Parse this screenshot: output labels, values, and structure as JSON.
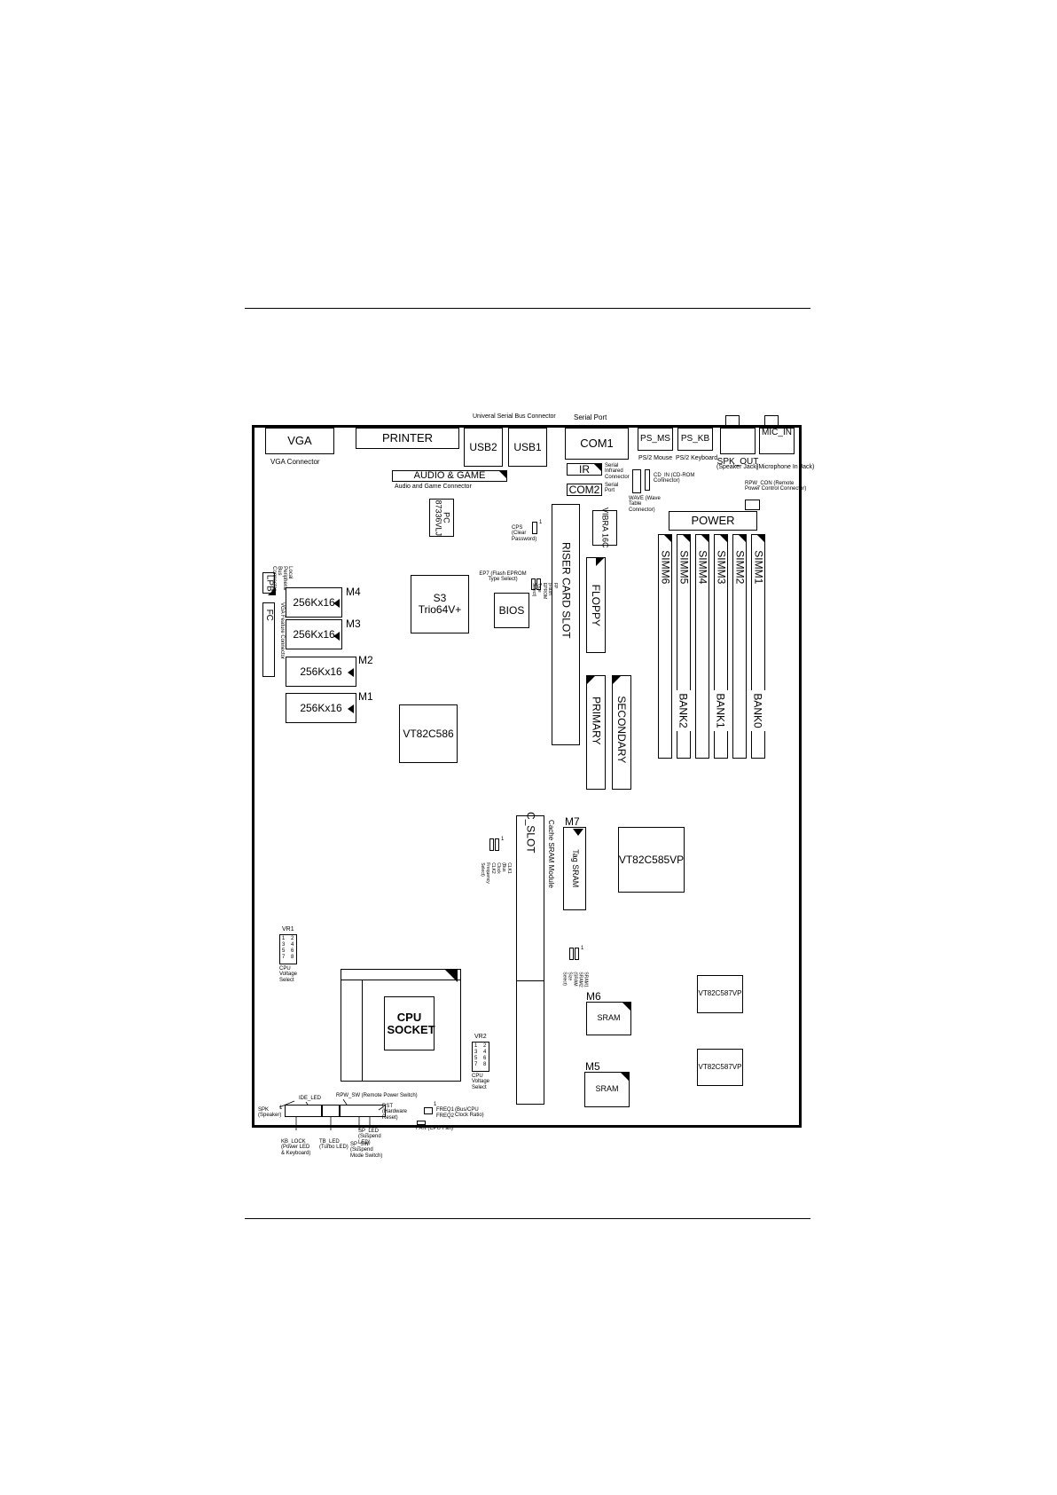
{
  "header_labels": {
    "usb_connector": "Univeral Serial Bus Connector",
    "serial_port": "Serial Port"
  },
  "vga": {
    "label": "VGA",
    "caption": "VGA Connector"
  },
  "printer": {
    "label": "PRINTER"
  },
  "usb2": {
    "label": "USB2"
  },
  "usb1": {
    "label": "USB1"
  },
  "com1": {
    "label": "COM1"
  },
  "ps_ms": {
    "label": "PS_MS",
    "caption": "PS/2 Mouse"
  },
  "ps_kb": {
    "label": "PS_KB",
    "caption": "PS/2 Keyboard"
  },
  "spk_out": {
    "label": "SPK_OUT",
    "caption": "(Speaker Jack)"
  },
  "mic_in": {
    "label": "MIC_IN",
    "caption": "(Microphone In Jack)"
  },
  "audio_game": {
    "label": "AUDIO & GAME",
    "caption": "Audio and Game Connector"
  },
  "ir": {
    "label": "IR",
    "caption": "Serial Infrared Connector"
  },
  "com2": {
    "label": "COM2",
    "caption": "Serial Port"
  },
  "wave": {
    "caption": "WAVE (Wave Table Connector)"
  },
  "cd_in": {
    "caption": "CD_IN (CD-ROM Connector)"
  },
  "rpw_con": {
    "caption": "RPW_CON (Remote Power Control Connector)"
  },
  "power": {
    "label": "POWER"
  },
  "pc_chip": {
    "label": "PC 87336VLJ"
  },
  "cps": {
    "caption": "CPS (Clear Password)",
    "pin": "1"
  },
  "vibra": {
    "label": "VIBRA 16C"
  },
  "riser": {
    "label": "RISER CARD SLOT"
  },
  "lpb": {
    "label": "LPB",
    "caption": "Local Peripheral Bus Connector"
  },
  "fc": {
    "label": "FC",
    "caption": "VGA Feature Connector"
  },
  "memory": [
    {
      "id": "M4",
      "label": "256Kx16"
    },
    {
      "id": "M3",
      "label": "256Kx16"
    },
    {
      "id": "M2",
      "label": "256Kx16"
    },
    {
      "id": "M1",
      "label": "256Kx16"
    }
  ],
  "s3": {
    "label": "S3 Trio64V+"
  },
  "bios": {
    "label": "BIOS"
  },
  "ep7": {
    "caption": "EP7 (Flash EPROM Type Select)"
  },
  "fp": {
    "caption": "FP (Flash EPROM Type Select)"
  },
  "floppy": {
    "label": "FLOPPY"
  },
  "primary": {
    "label": "PRIMARY"
  },
  "secondary": {
    "label": "SECONDARY"
  },
  "simm": [
    "SIMM6",
    "SIMM5",
    "SIMM4",
    "SIMM3",
    "SIMM2",
    "SIMM1"
  ],
  "banks": [
    "BANK2",
    "BANK1",
    "BANK0"
  ],
  "vt82c586": {
    "label": "VT82C586"
  },
  "c_slot": {
    "label": "C_SLOT",
    "caption": "Cache SRAM Module"
  },
  "m7": {
    "id": "M7",
    "label": "Tag SRAM"
  },
  "vt82c585vp": {
    "label": "VT82C585VP"
  },
  "clk": {
    "caption": "CLK1 (Bus Clock CLK2 Frequency Select)",
    "pin": "1"
  },
  "vr1": {
    "title": "VR1",
    "pins": [
      "1",
      "2",
      "3",
      "4",
      "5",
      "6",
      "7",
      "8"
    ],
    "caption": "CPU Voltage Select"
  },
  "vr2": {
    "title": "VR2",
    "pins": [
      "1",
      "2",
      "3",
      "4",
      "5",
      "6",
      "7",
      "8"
    ],
    "caption": "CPU Voltage Select"
  },
  "sram_sel": {
    "caption": "SRAM1 SRAM2 (SRAM Size Select)",
    "pin": "1"
  },
  "m6": {
    "id": "M6",
    "label": "SRAM"
  },
  "m5": {
    "id": "M5",
    "label": "SRAM"
  },
  "vt82c587_a": {
    "label": "VT82C587VP"
  },
  "vt82c587_b": {
    "label": "VT82C587VP"
  },
  "cpu": {
    "label": "CPU SOCKET"
  },
  "front_panel": {
    "ide_led": "IDE_LED",
    "rpw_sw": "RPW_SW (Remote Power Switch)",
    "spk": "SPK (Speaker)",
    "rst": "RST (Hardware Reset)",
    "kb_lock": "KB_LOCK (Power LED & Keyboard)",
    "tb_led": "TB_LED (Turbo LED)",
    "sp_led": "SP_LED (Suspend LED)",
    "sp_sw": "SP_SW (Suspend Mode Switch)",
    "pin1": "1"
  },
  "freq": {
    "label1": "FREQ1",
    "label2": "FREQ2",
    "caption": "(Bus/CPU Clock Ratio)",
    "pin": "1"
  },
  "fan": {
    "caption": "FAN (CPU Fan)"
  }
}
